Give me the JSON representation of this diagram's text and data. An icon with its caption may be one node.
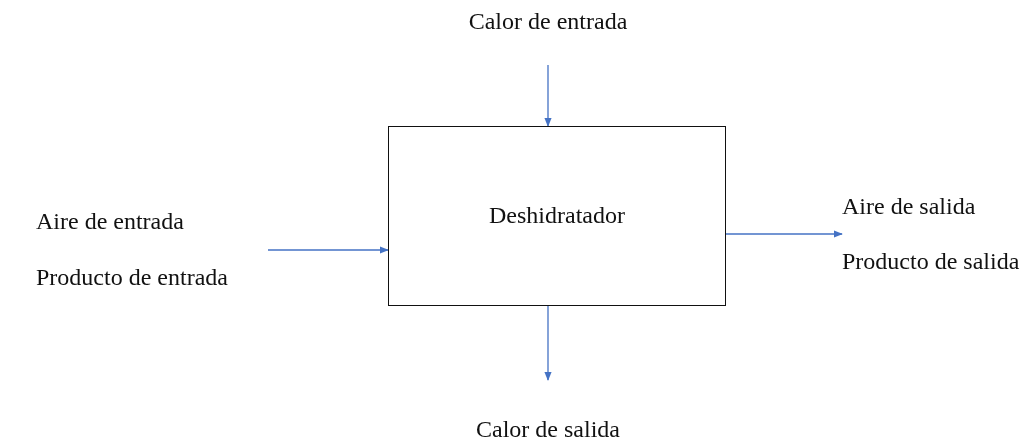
{
  "diagram": {
    "nodes": [
      {
        "text": [
          "Calor de entrada"
        ]
      },
      {
        "text": [
          "Deshidratador"
        ]
      },
      {
        "text": [
          "Aire de entrada",
          "Producto de entrada"
        ]
      },
      {
        "text": [
          "Aire de salida",
          "Producto de salida"
        ]
      },
      {
        "text": [
          "Calor de salida"
        ]
      }
    ],
    "edges": [
      {
        "from": 0,
        "to": 1,
        "arrow": "to"
      },
      {
        "from": 2,
        "to": 1,
        "arrow": "to"
      },
      {
        "from": 1,
        "to": 3,
        "arrow": "to"
      },
      {
        "from": 1,
        "to": 4,
        "arrow": "to"
      }
    ]
  }
}
